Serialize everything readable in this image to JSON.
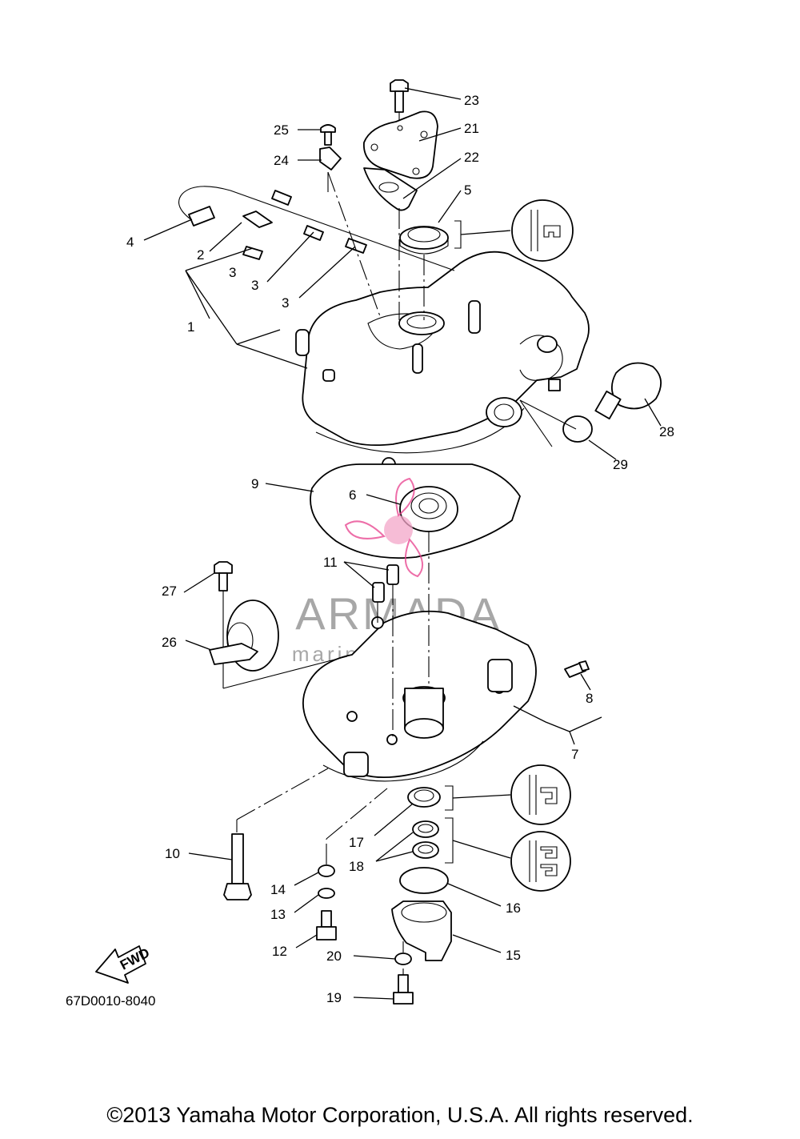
{
  "diagram": {
    "drawing_code": "67D0010-8040",
    "direction_label": "FWD",
    "callouts": [
      {
        "id": "1",
        "text": "1"
      },
      {
        "id": "2",
        "text": "2"
      },
      {
        "id": "3a",
        "text": "3"
      },
      {
        "id": "3b",
        "text": "3"
      },
      {
        "id": "3c",
        "text": "3"
      },
      {
        "id": "4",
        "text": "4"
      },
      {
        "id": "5",
        "text": "5"
      },
      {
        "id": "6",
        "text": "6"
      },
      {
        "id": "7",
        "text": "7"
      },
      {
        "id": "8",
        "text": "8"
      },
      {
        "id": "9",
        "text": "9"
      },
      {
        "id": "10",
        "text": "10"
      },
      {
        "id": "11",
        "text": "11"
      },
      {
        "id": "12",
        "text": "12"
      },
      {
        "id": "13",
        "text": "13"
      },
      {
        "id": "14",
        "text": "14"
      },
      {
        "id": "15",
        "text": "15"
      },
      {
        "id": "16",
        "text": "16"
      },
      {
        "id": "17",
        "text": "17"
      },
      {
        "id": "18",
        "text": "18"
      },
      {
        "id": "19",
        "text": "19"
      },
      {
        "id": "20",
        "text": "20"
      },
      {
        "id": "21",
        "text": "21"
      },
      {
        "id": "22",
        "text": "22"
      },
      {
        "id": "23",
        "text": "23"
      },
      {
        "id": "24",
        "text": "24"
      },
      {
        "id": "25",
        "text": "25"
      },
      {
        "id": "26",
        "text": "26"
      },
      {
        "id": "27",
        "text": "27"
      },
      {
        "id": "28",
        "text": "28"
      },
      {
        "id": "29",
        "text": "29"
      }
    ]
  },
  "watermark": {
    "brand": "ARMADA",
    "tagline": "marine outboards",
    "colors": {
      "text": "#8a8a8a",
      "accent": "#e83e8c",
      "logo_fill": "#f4a6c9"
    }
  },
  "footer": {
    "copyright": "©2013 Yamaha Motor Corporation, U.S.A. All rights reserved."
  }
}
